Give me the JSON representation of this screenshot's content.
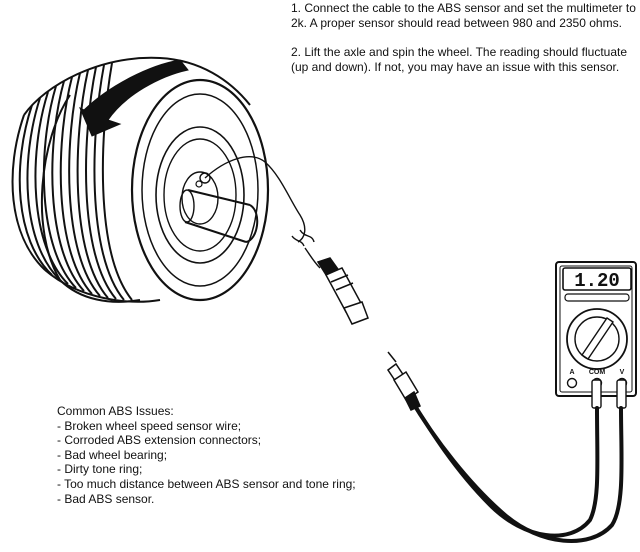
{
  "instructions": {
    "step1": "1. Connect the cable to the ABS sensor and set the multimeter to 2k. A proper sensor should read between 980 and 2350 ohms.",
    "step2": "2. Lift the axle and spin the wheel. The reading should fluctuate (up and down). If not, you may have an issue with this sensor."
  },
  "issues": {
    "title": "Common ABS Issues:",
    "items": [
      "- Broken wheel speed sensor wire;",
      "- Corroded ABS extension connectors;",
      "- Bad wheel bearing;",
      "- Dirty tone ring;",
      "- Too much distance between ABS sensor and tone ring;",
      "- Bad ABS sensor."
    ]
  },
  "multimeter": {
    "display": "1.20",
    "ports": [
      "A",
      "COM",
      "V"
    ]
  },
  "colors": {
    "line": "#111111",
    "background": "#ffffff"
  },
  "icons": {
    "rotation_arrow": "curved-arrow-icon"
  }
}
